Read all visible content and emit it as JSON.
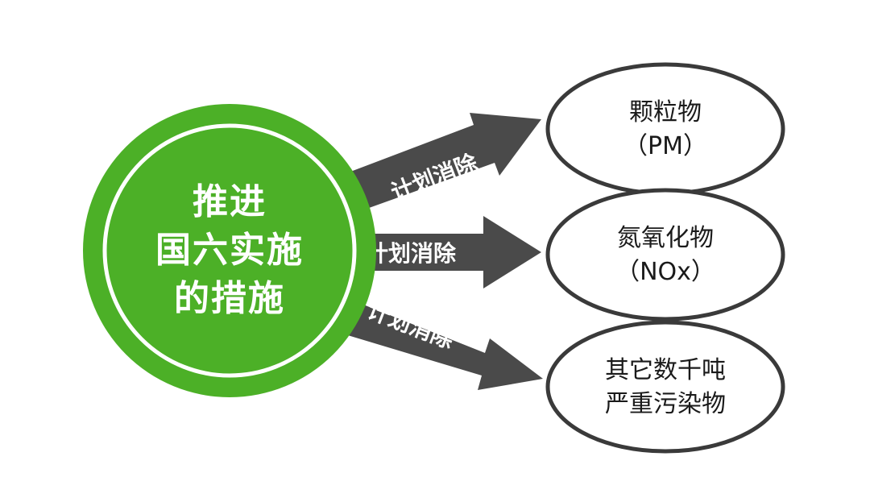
{
  "center": {
    "lines": [
      "推进",
      "国六实施",
      "的措施"
    ]
  },
  "arrows": [
    {
      "label": "计划消除"
    },
    {
      "label": "计划消除"
    },
    {
      "label": "计划消除"
    }
  ],
  "targets": [
    {
      "line1": "颗粒物",
      "line2": "（PM）"
    },
    {
      "line1": "氮氧化物",
      "line2": "（NOx）"
    },
    {
      "line1": "其它数千吨",
      "line2": "严重污染物"
    }
  ],
  "colors": {
    "green": "#4cb027",
    "arrow": "#4a4a4a",
    "oval_border": "#3a3a3a"
  }
}
